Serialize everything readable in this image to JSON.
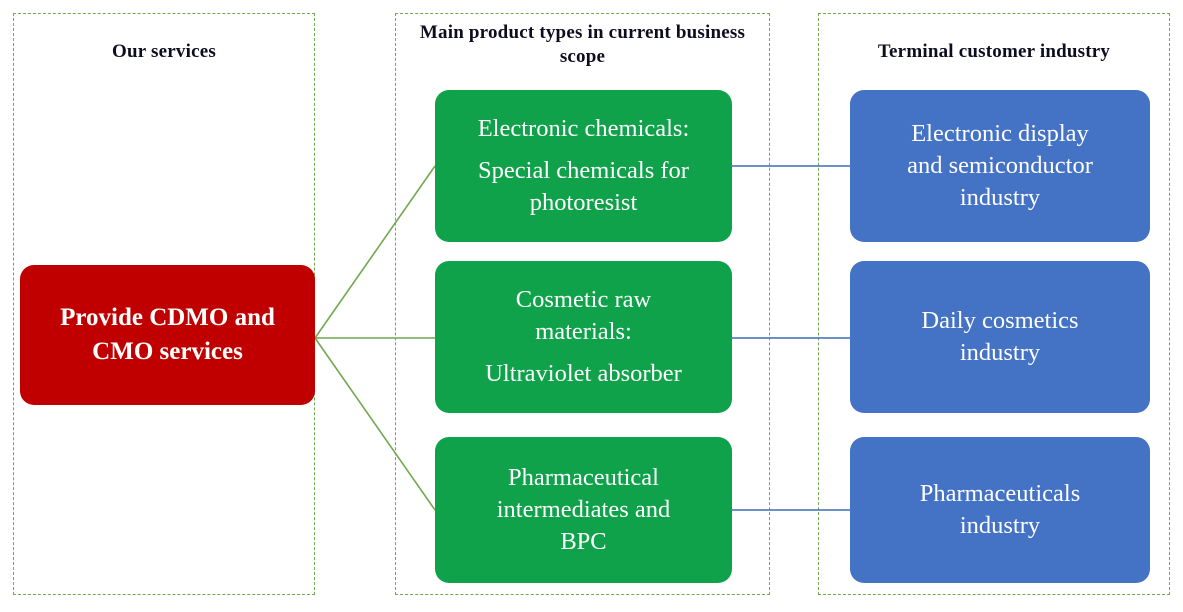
{
  "diagram": {
    "title_columns": {
      "left": "Our services",
      "middle": "Main product types in current business scope",
      "right": "Terminal customer industry"
    },
    "source_node": {
      "line1": "Provide CDMO and",
      "line2": "CMO services",
      "color": "#C00000"
    },
    "product_nodes": [
      {
        "label_line1": "Electronic chemicals:",
        "label_line2": "Special chemicals for",
        "label_line3": "photoresist",
        "color": "#0FA24B"
      },
      {
        "label_line1": "Cosmetic raw",
        "label_line2": "materials:",
        "label_line3": "Ultraviolet absorber",
        "color": "#0FA24B"
      },
      {
        "label_line1": "Pharmaceutical",
        "label_line2": "intermediates and",
        "label_line3": "BPC",
        "color": "#0FA24B"
      }
    ],
    "industry_nodes": [
      {
        "label_line1": "Electronic display",
        "label_line2": "and semiconductor",
        "label_line3": "industry",
        "color": "#4472C4"
      },
      {
        "label_line1": "Daily cosmetics",
        "label_line2": "industry",
        "label_line3": "",
        "color": "#4472C4"
      },
      {
        "label_line1": "Pharmaceuticals",
        "label_line2": "industry",
        "label_line3": "",
        "color": "#4472C4"
      }
    ],
    "connector_colors": {
      "source_to_product": "#6FA84F",
      "product_to_industry": "#3B6DB5",
      "panel_border": "#6FA84F"
    }
  }
}
